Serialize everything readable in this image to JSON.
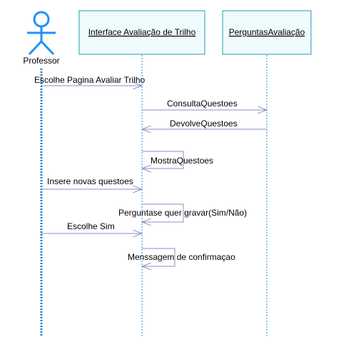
{
  "actor": {
    "name": "Professor",
    "icon": "stick-figure-icon"
  },
  "objects": [
    {
      "name": "Interface Avaliação de Trilho"
    },
    {
      "name": "PerguntasAvaliação"
    }
  ],
  "messages": [
    {
      "label": "Escolhe Pagina Avaliar Trilho",
      "from": "Professor",
      "to": "Interface Avaliação de Trilho"
    },
    {
      "label": "ConsultaQuestoes",
      "from": "Interface Avaliação de Trilho",
      "to": "PerguntasAvaliação"
    },
    {
      "label": "DevolveQuestoes",
      "from": "PerguntasAvaliação",
      "to": "Interface Avaliação de Trilho"
    },
    {
      "label": "MostraQuestoes",
      "from": "Interface Avaliação de Trilho",
      "to": "Interface Avaliação de Trilho"
    },
    {
      "label": "Insere novas questoes",
      "from": "Professor",
      "to": "Interface Avaliação de Trilho"
    },
    {
      "label": "Perguntase quer gravar(Sim/Não)",
      "from": "Interface Avaliação de Trilho",
      "to": "Interface Avaliação de Trilho"
    },
    {
      "label": "Escolhe Sim",
      "from": "Professor",
      "to": "Interface Avaliação de Trilho"
    },
    {
      "label": "Menssagem de confirmaçao",
      "from": "Interface Avaliação de Trilho",
      "to": "Interface Avaliação de Trilho"
    }
  ],
  "colors": {
    "actor_stroke": "#1e90ff",
    "box_fill": "#f0fbfd",
    "box_stroke": "#1d9fb4",
    "lifeline": "#2b8fd6",
    "actor_lifeline": "#1f7fd0",
    "arrow": "#8e8ec4"
  }
}
